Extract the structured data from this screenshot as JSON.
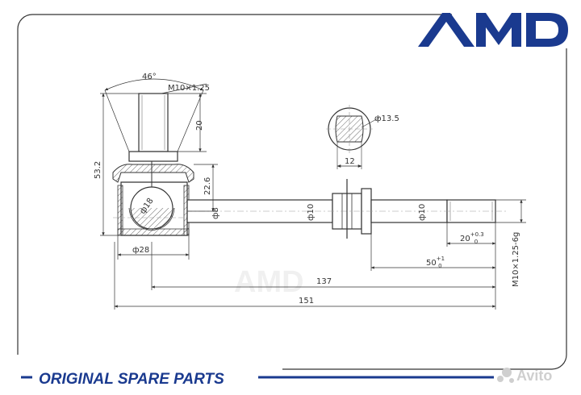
{
  "brand": {
    "logo_text": "AMD",
    "color": "#1a3a8f"
  },
  "footer": {
    "tagline": "ORIGINAL SPARE PARTS",
    "watermark": "Avito"
  },
  "drawing": {
    "angle": "46°",
    "thread_top": "M10×1.25",
    "dim_20": "20",
    "dim_53_2": "53.2",
    "dim_22_6": "22.6",
    "dim_d18": "ф18",
    "dim_d8": "ф8",
    "dim_d10_a": "ф10",
    "dim_d10_b": "ф10",
    "dim_d28": "ф28",
    "dim_20_tol": "20",
    "tol_20_upper": "+0.3",
    "tol_20_lower": "0",
    "dim_50": "50",
    "tol_50_upper": "+1",
    "tol_50_lower": "0",
    "dim_137": "137",
    "dim_151": "151",
    "thread_right": "M10×1.25-6g",
    "section_d": "ф13.5",
    "section_w": "12"
  }
}
